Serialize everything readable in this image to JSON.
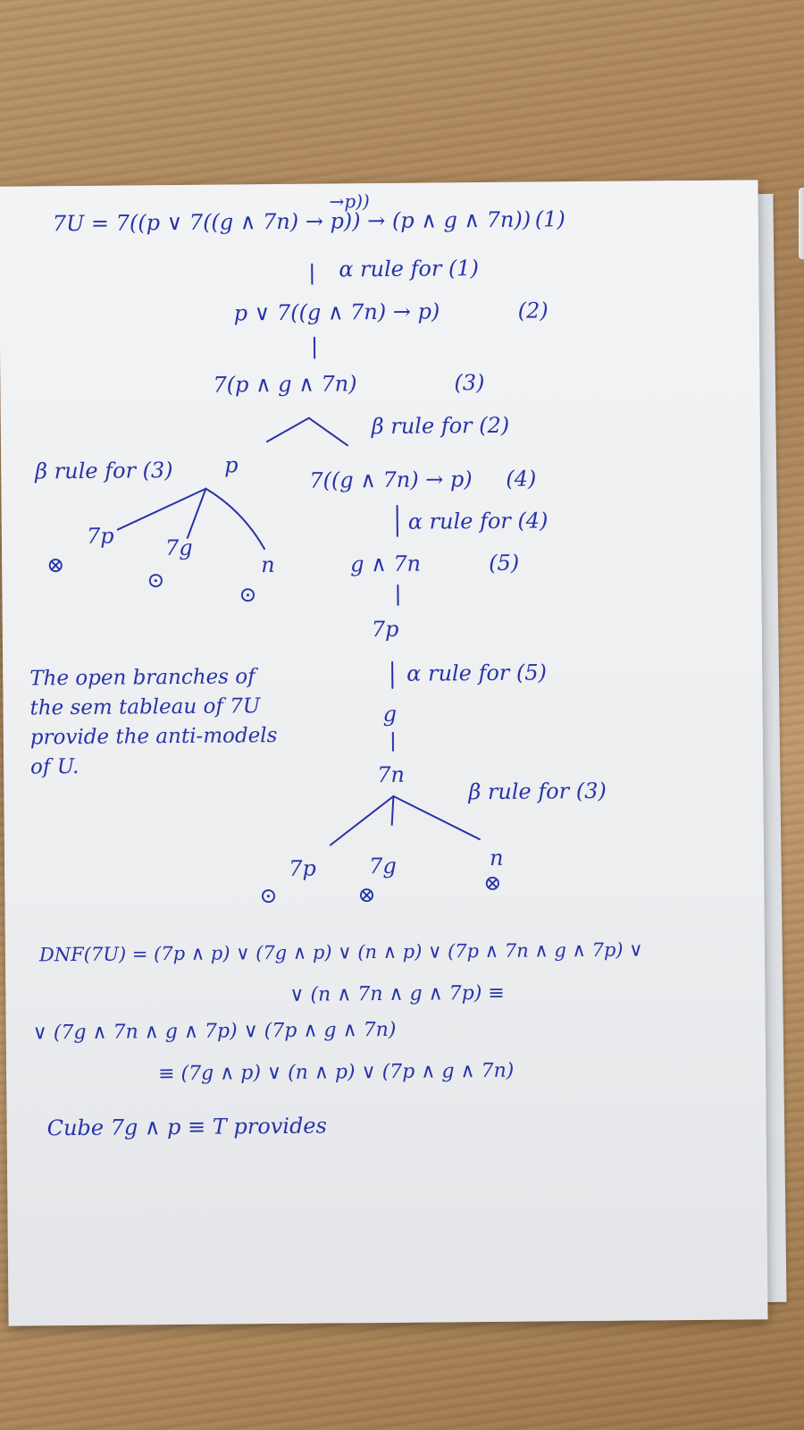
{
  "notes": {
    "line1": "7U = 7((p ∨ 7((g ∧ 7n) → p)) → (p ∧ g ∧ 7n))",
    "line1_insert": "→p))",
    "line1_num": "(1)",
    "rule1": "α rule for (1)",
    "line2": "p ∨ 7((g ∧ 7n) → p)",
    "line2_num": "(2)",
    "line3": "7(p ∧ g ∧ 7n)",
    "line3_num": "(3)",
    "rule_beta2": "β rule for (2)",
    "rule_beta3_left": "β rule for (3)",
    "branch_p": "p",
    "line4": "7((g ∧ 7n) → p)",
    "line4_num": "(4)",
    "rule_alpha4": "α rule for (4)",
    "left_leaf1": "7p",
    "left_leaf2": "7g",
    "left_leaf3": "n",
    "line5": "g ∧ 7n",
    "line5_num": "(5)",
    "node_not_p": "7p",
    "rule_alpha5": "α rule for (5)",
    "node_g": "g",
    "node_not_n": "7n",
    "rule_beta3_right": "β rule for (3)",
    "right_leaf1": "7p",
    "right_leaf2": "7g",
    "right_leaf3": "n",
    "mark_closed": "⊗",
    "mark_open": "⊙",
    "side_note": "The open branches of\nthe sem tableau of 7U\nprovide the anti-models\nof U.",
    "dnf1": "DNF(7U) = (7p ∧ p) ∨ (7g ∧ p) ∨ (n ∧ p) ∨ (7p ∧ 7n ∧ g ∧ 7p) ∨",
    "dnf2": "∨ (n ∧ 7n ∧ g ∧ 7p) ≡",
    "dnf3": "∨ (7g ∧ 7n ∧ g ∧ 7p) ∨ (7p ∧ g ∧ 7n)",
    "dnf4": "≡ (7g ∧ p) ∨ (n ∧ p) ∨ (7p ∧ g ∧ 7n)",
    "cube": "Cube 7g ∧ p ≡ T provides"
  }
}
